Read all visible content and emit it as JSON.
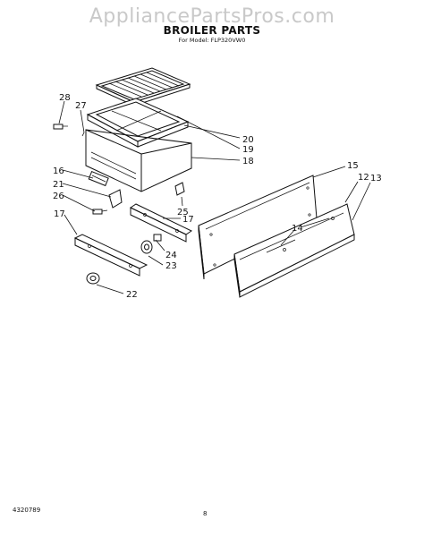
{
  "watermark": "AppliancePartsPros.com",
  "title": "BROILER PARTS",
  "subtitle": "For Model: FLP320VW0",
  "footer": {
    "doc_number": "4320789",
    "page_number": "8"
  },
  "callouts": {
    "c28": "28",
    "c27": "27",
    "c20": "20",
    "c19": "19",
    "c18": "18",
    "c16": "16",
    "c21": "21",
    "c26": "26",
    "c25": "25",
    "c17a": "17",
    "c17b": "17",
    "c24": "24",
    "c23": "23",
    "c22": "22",
    "c15": "15",
    "c12": "12",
    "c13": "13",
    "c14": "14"
  }
}
